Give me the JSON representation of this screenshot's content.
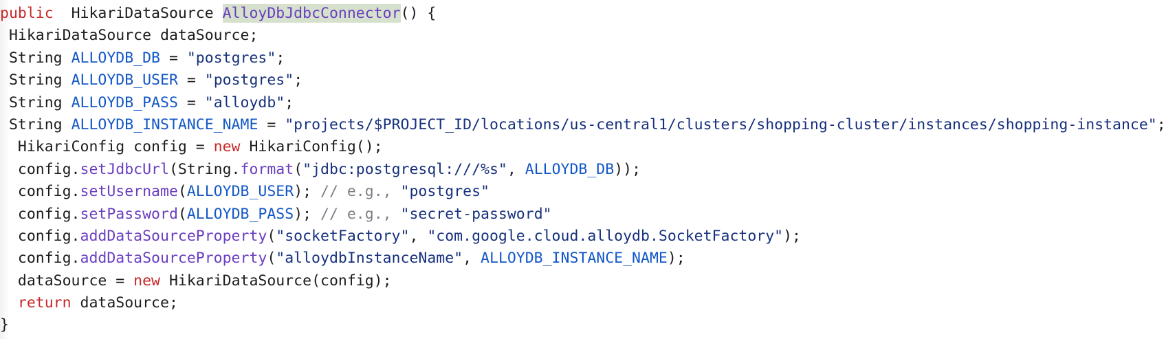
{
  "editor": {
    "language": "Java",
    "background_color": "#ffffff",
    "highlight_background_color": "#d5e0cd",
    "colors": {
      "keyword": "#c62828",
      "constant": "#1257c7",
      "string": "#16307c",
      "method": "#6a3ec0",
      "comment": "#7a7f85",
      "plain": "#1c1c1c"
    }
  },
  "code": {
    "lines": [
      {
        "indent": "",
        "tokens": [
          {
            "text": "public",
            "type": "keyword"
          },
          {
            "text": "  ",
            "type": "plain"
          },
          {
            "text": "HikariDataSource ",
            "type": "plain"
          },
          {
            "text": "AlloyDbJdbcConnector",
            "type": "highlight"
          },
          {
            "text": "() {",
            "type": "plain"
          }
        ]
      },
      {
        "indent": " ",
        "tokens": [
          {
            "text": "HikariDataSource dataSource;",
            "type": "plain"
          }
        ]
      },
      {
        "indent": " ",
        "tokens": [
          {
            "text": "String ",
            "type": "plain"
          },
          {
            "text": "ALLOYDB_DB",
            "type": "constant"
          },
          {
            "text": " = ",
            "type": "plain"
          },
          {
            "text": "\"postgres\"",
            "type": "string"
          },
          {
            "text": ";",
            "type": "plain"
          }
        ]
      },
      {
        "indent": " ",
        "tokens": [
          {
            "text": "String ",
            "type": "plain"
          },
          {
            "text": "ALLOYDB_USER",
            "type": "constant"
          },
          {
            "text": " = ",
            "type": "plain"
          },
          {
            "text": "\"postgres\"",
            "type": "string"
          },
          {
            "text": ";",
            "type": "plain"
          }
        ]
      },
      {
        "indent": " ",
        "tokens": [
          {
            "text": "String ",
            "type": "plain"
          },
          {
            "text": "ALLOYDB_PASS",
            "type": "constant"
          },
          {
            "text": " = ",
            "type": "plain"
          },
          {
            "text": "\"alloydb\"",
            "type": "string"
          },
          {
            "text": ";",
            "type": "plain"
          }
        ]
      },
      {
        "indent": " ",
        "tokens": [
          {
            "text": "String ",
            "type": "plain"
          },
          {
            "text": "ALLOYDB_INSTANCE_NAME",
            "type": "constant"
          },
          {
            "text": " = ",
            "type": "plain"
          },
          {
            "text": "\"projects/$PROJECT_ID/locations/us-central1/clusters/shopping-cluster/instances/shopping-instance\"",
            "type": "string"
          },
          {
            "text": ";",
            "type": "plain"
          }
        ]
      },
      {
        "indent": "  ",
        "tokens": [
          {
            "text": "HikariConfig config = ",
            "type": "plain"
          },
          {
            "text": "new",
            "type": "keyword"
          },
          {
            "text": " HikariConfig();",
            "type": "plain"
          }
        ]
      },
      {
        "indent": "  ",
        "tokens": [
          {
            "text": "config.",
            "type": "plain"
          },
          {
            "text": "setJdbcUrl",
            "type": "method"
          },
          {
            "text": "(String.",
            "type": "plain"
          },
          {
            "text": "format",
            "type": "method"
          },
          {
            "text": "(",
            "type": "plain"
          },
          {
            "text": "\"jdbc:postgresql:///%s\"",
            "type": "string"
          },
          {
            "text": ", ",
            "type": "plain"
          },
          {
            "text": "ALLOYDB_DB",
            "type": "constant"
          },
          {
            "text": "));",
            "type": "plain"
          }
        ]
      },
      {
        "indent": "  ",
        "tokens": [
          {
            "text": "config.",
            "type": "plain"
          },
          {
            "text": "setUsername",
            "type": "method"
          },
          {
            "text": "(",
            "type": "plain"
          },
          {
            "text": "ALLOYDB_USER",
            "type": "constant"
          },
          {
            "text": "); ",
            "type": "plain"
          },
          {
            "text": "// e.g., ",
            "type": "comment"
          },
          {
            "text": "\"postgres\"",
            "type": "string"
          }
        ]
      },
      {
        "indent": "  ",
        "tokens": [
          {
            "text": "config.",
            "type": "plain"
          },
          {
            "text": "setPassword",
            "type": "method"
          },
          {
            "text": "(",
            "type": "plain"
          },
          {
            "text": "ALLOYDB_PASS",
            "type": "constant"
          },
          {
            "text": "); ",
            "type": "plain"
          },
          {
            "text": "// e.g., ",
            "type": "comment"
          },
          {
            "text": "\"secret-password\"",
            "type": "string"
          }
        ]
      },
      {
        "indent": "  ",
        "tokens": [
          {
            "text": "config.",
            "type": "plain"
          },
          {
            "text": "addDataSourceProperty",
            "type": "method"
          },
          {
            "text": "(",
            "type": "plain"
          },
          {
            "text": "\"socketFactory\"",
            "type": "string"
          },
          {
            "text": ", ",
            "type": "plain"
          },
          {
            "text": "\"com.google.cloud.alloydb.SocketFactory\"",
            "type": "string"
          },
          {
            "text": ");",
            "type": "plain"
          }
        ]
      },
      {
        "indent": "  ",
        "tokens": [
          {
            "text": "config.",
            "type": "plain"
          },
          {
            "text": "addDataSourceProperty",
            "type": "method"
          },
          {
            "text": "(",
            "type": "plain"
          },
          {
            "text": "\"alloydbInstanceName\"",
            "type": "string"
          },
          {
            "text": ", ",
            "type": "plain"
          },
          {
            "text": "ALLOYDB_INSTANCE_NAME",
            "type": "constant"
          },
          {
            "text": ");",
            "type": "plain"
          }
        ]
      },
      {
        "indent": "  ",
        "tokens": [
          {
            "text": "dataSource = ",
            "type": "plain"
          },
          {
            "text": "new",
            "type": "keyword"
          },
          {
            "text": " HikariDataSource(config);",
            "type": "plain"
          }
        ]
      },
      {
        "indent": "  ",
        "tokens": [
          {
            "text": "return",
            "type": "keyword"
          },
          {
            "text": " dataSource;",
            "type": "plain"
          }
        ]
      },
      {
        "indent": "",
        "tokens": [
          {
            "text": "}",
            "type": "plain"
          }
        ]
      }
    ]
  }
}
